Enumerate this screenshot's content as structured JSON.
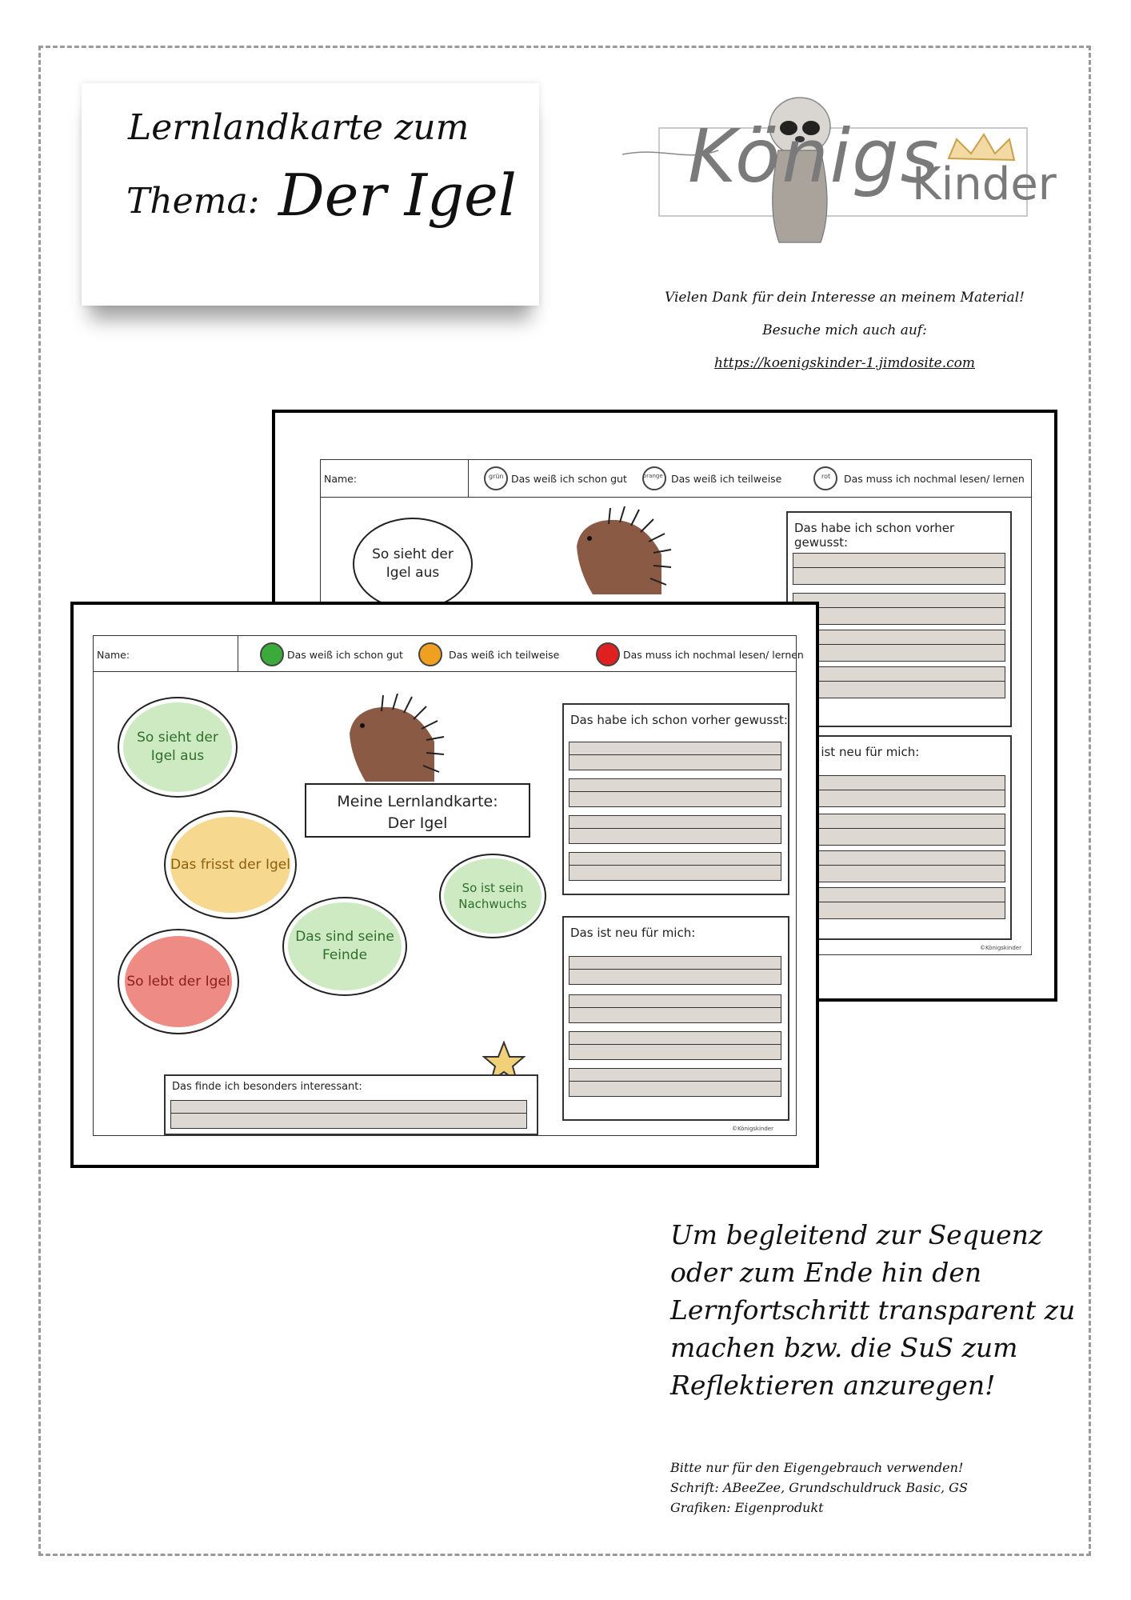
{
  "title_card": {
    "line1": "Lernlandkarte zum",
    "line2a": "Thema:",
    "line2b": "Der Igel"
  },
  "logo": {
    "word1": "Königs",
    "word2": "Kinder"
  },
  "thanks": {
    "line1": "Vielen Dank für dein Interesse an meinem Material!",
    "line2": "Besuche mich auch auf:",
    "link": "https://koenigskinder-1.jimdosite.com"
  },
  "worksheet": {
    "name_label": "Name:",
    "legend": [
      {
        "label": "Das weiß ich schon gut",
        "color": "#3aaa3a",
        "tag": "grün"
      },
      {
        "label": "Das weiß ich teilweise",
        "color": "#f0a020",
        "tag": "orange"
      },
      {
        "label": "Das muss ich nochmal lesen/ lernen",
        "color": "#e02020",
        "tag": "rot"
      }
    ],
    "bubbles": [
      {
        "text": "So sieht der Igel aus",
        "color": "#cdeac3"
      },
      {
        "text": "Das frisst der Igel",
        "color": "#f6d98e"
      },
      {
        "text": "So lebt der Igel",
        "color": "#ee8b84"
      },
      {
        "text": "Das sind seine Feinde",
        "color": "#cdeac3"
      },
      {
        "text": "So ist sein Nachwuchs",
        "color": "#cdeac3"
      }
    ],
    "center_title_1": "Meine Lernlandkarte:",
    "center_title_2": "Der Igel",
    "box_known": "Das habe ich schon vorher gewusst:",
    "box_new": "Das ist neu für mich:",
    "box_interesting": "Das finde ich besonders interessant:",
    "copyright": "©Königskinder",
    "back_bubble": "So sieht der Igel aus"
  },
  "description": "Um begleitend zur Sequenz oder zum Ende hin den Lernfortschritt transparent zu machen bzw. die SuS zum Reflektieren anzuregen!",
  "footer": {
    "line1": "Bitte nur für den Eigengebrauch verwenden!",
    "line2": "Schrift:   ABeeZee, Grundschuldruck Basic, GS",
    "line3": "Grafiken: Eigenprodukt"
  }
}
